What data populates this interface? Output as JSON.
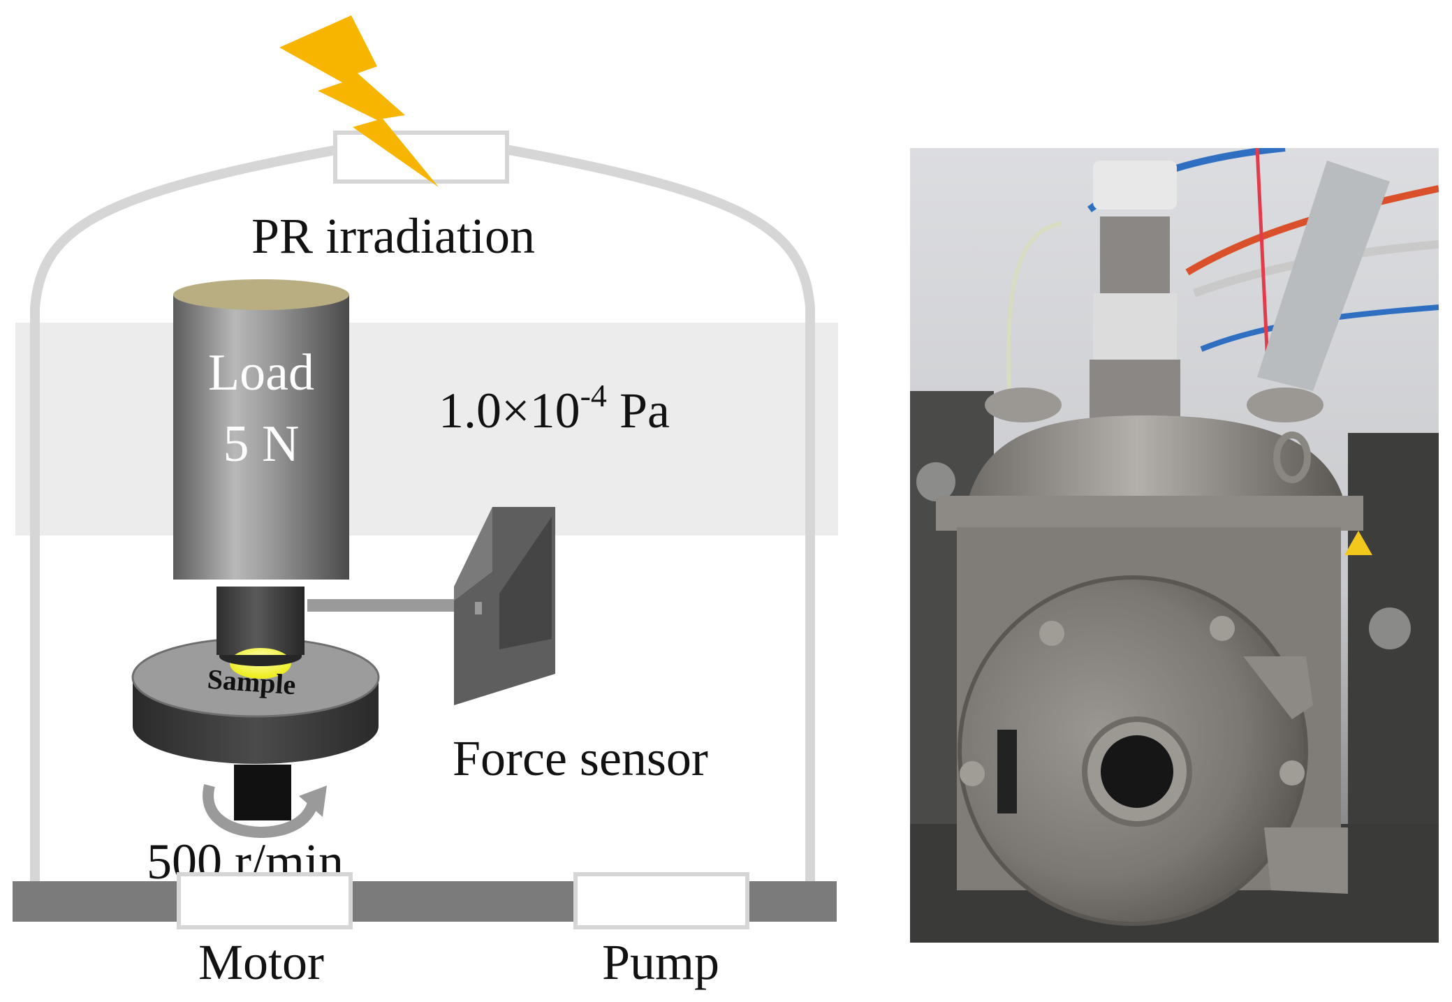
{
  "diagram": {
    "irradiation_label": "PR irradiation",
    "load_label_line1": "Load",
    "load_label_line2": "5 N",
    "pressure_label_main": "1.0×10",
    "pressure_label_exp": "-4",
    "pressure_label_unit": " Pa",
    "sample_label": "Sample",
    "force_sensor_label": "Force sensor",
    "speed_label": "500 r/min",
    "motor_label": "Motor",
    "pump_label": "Pump",
    "colors": {
      "chamber_outline": "#d6d6d6",
      "vacuum_band": "#ececec",
      "lightning": "#f7b500",
      "base_rail": "#7b7b7b",
      "contact_point": "#f2f23a"
    }
  },
  "photo": {
    "description_icon": "vacuum-tribometer-photo"
  }
}
